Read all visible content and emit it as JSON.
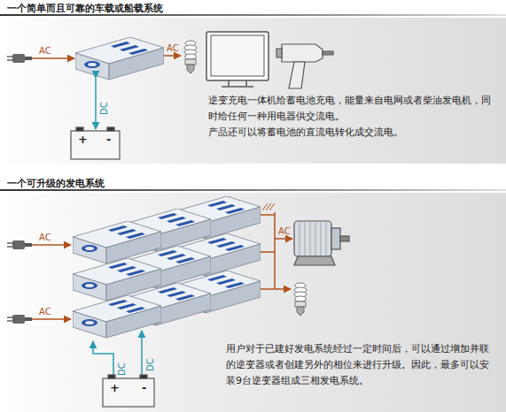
{
  "diagram": {
    "nodes": [
      {
        "text": [
          "一个简单而且可靠的车载或船载系统",
          "逆变充电一体机给蓄电池充电，能量来自电网或者柴油发电机，同时给任何一种用电器供交流电。",
          "产品还可以将蓄电池的直流电转化成交流电。"
        ]
      },
      {
        "text": [
          "一个可升级的发电系统",
          "用户对于已建好发电系统经过一定时间后，可以通过增加并联的逆变器或者创建另外的相位来进行升级。因此，最多可以安装9台逆变器组成三相发电系统。"
        ]
      }
    ],
    "labels": [
      "AC",
      "AC",
      "DC",
      "+",
      "-",
      "AC",
      "AC",
      "AC",
      "DC",
      "DC",
      "+",
      "-"
    ]
  }
}
